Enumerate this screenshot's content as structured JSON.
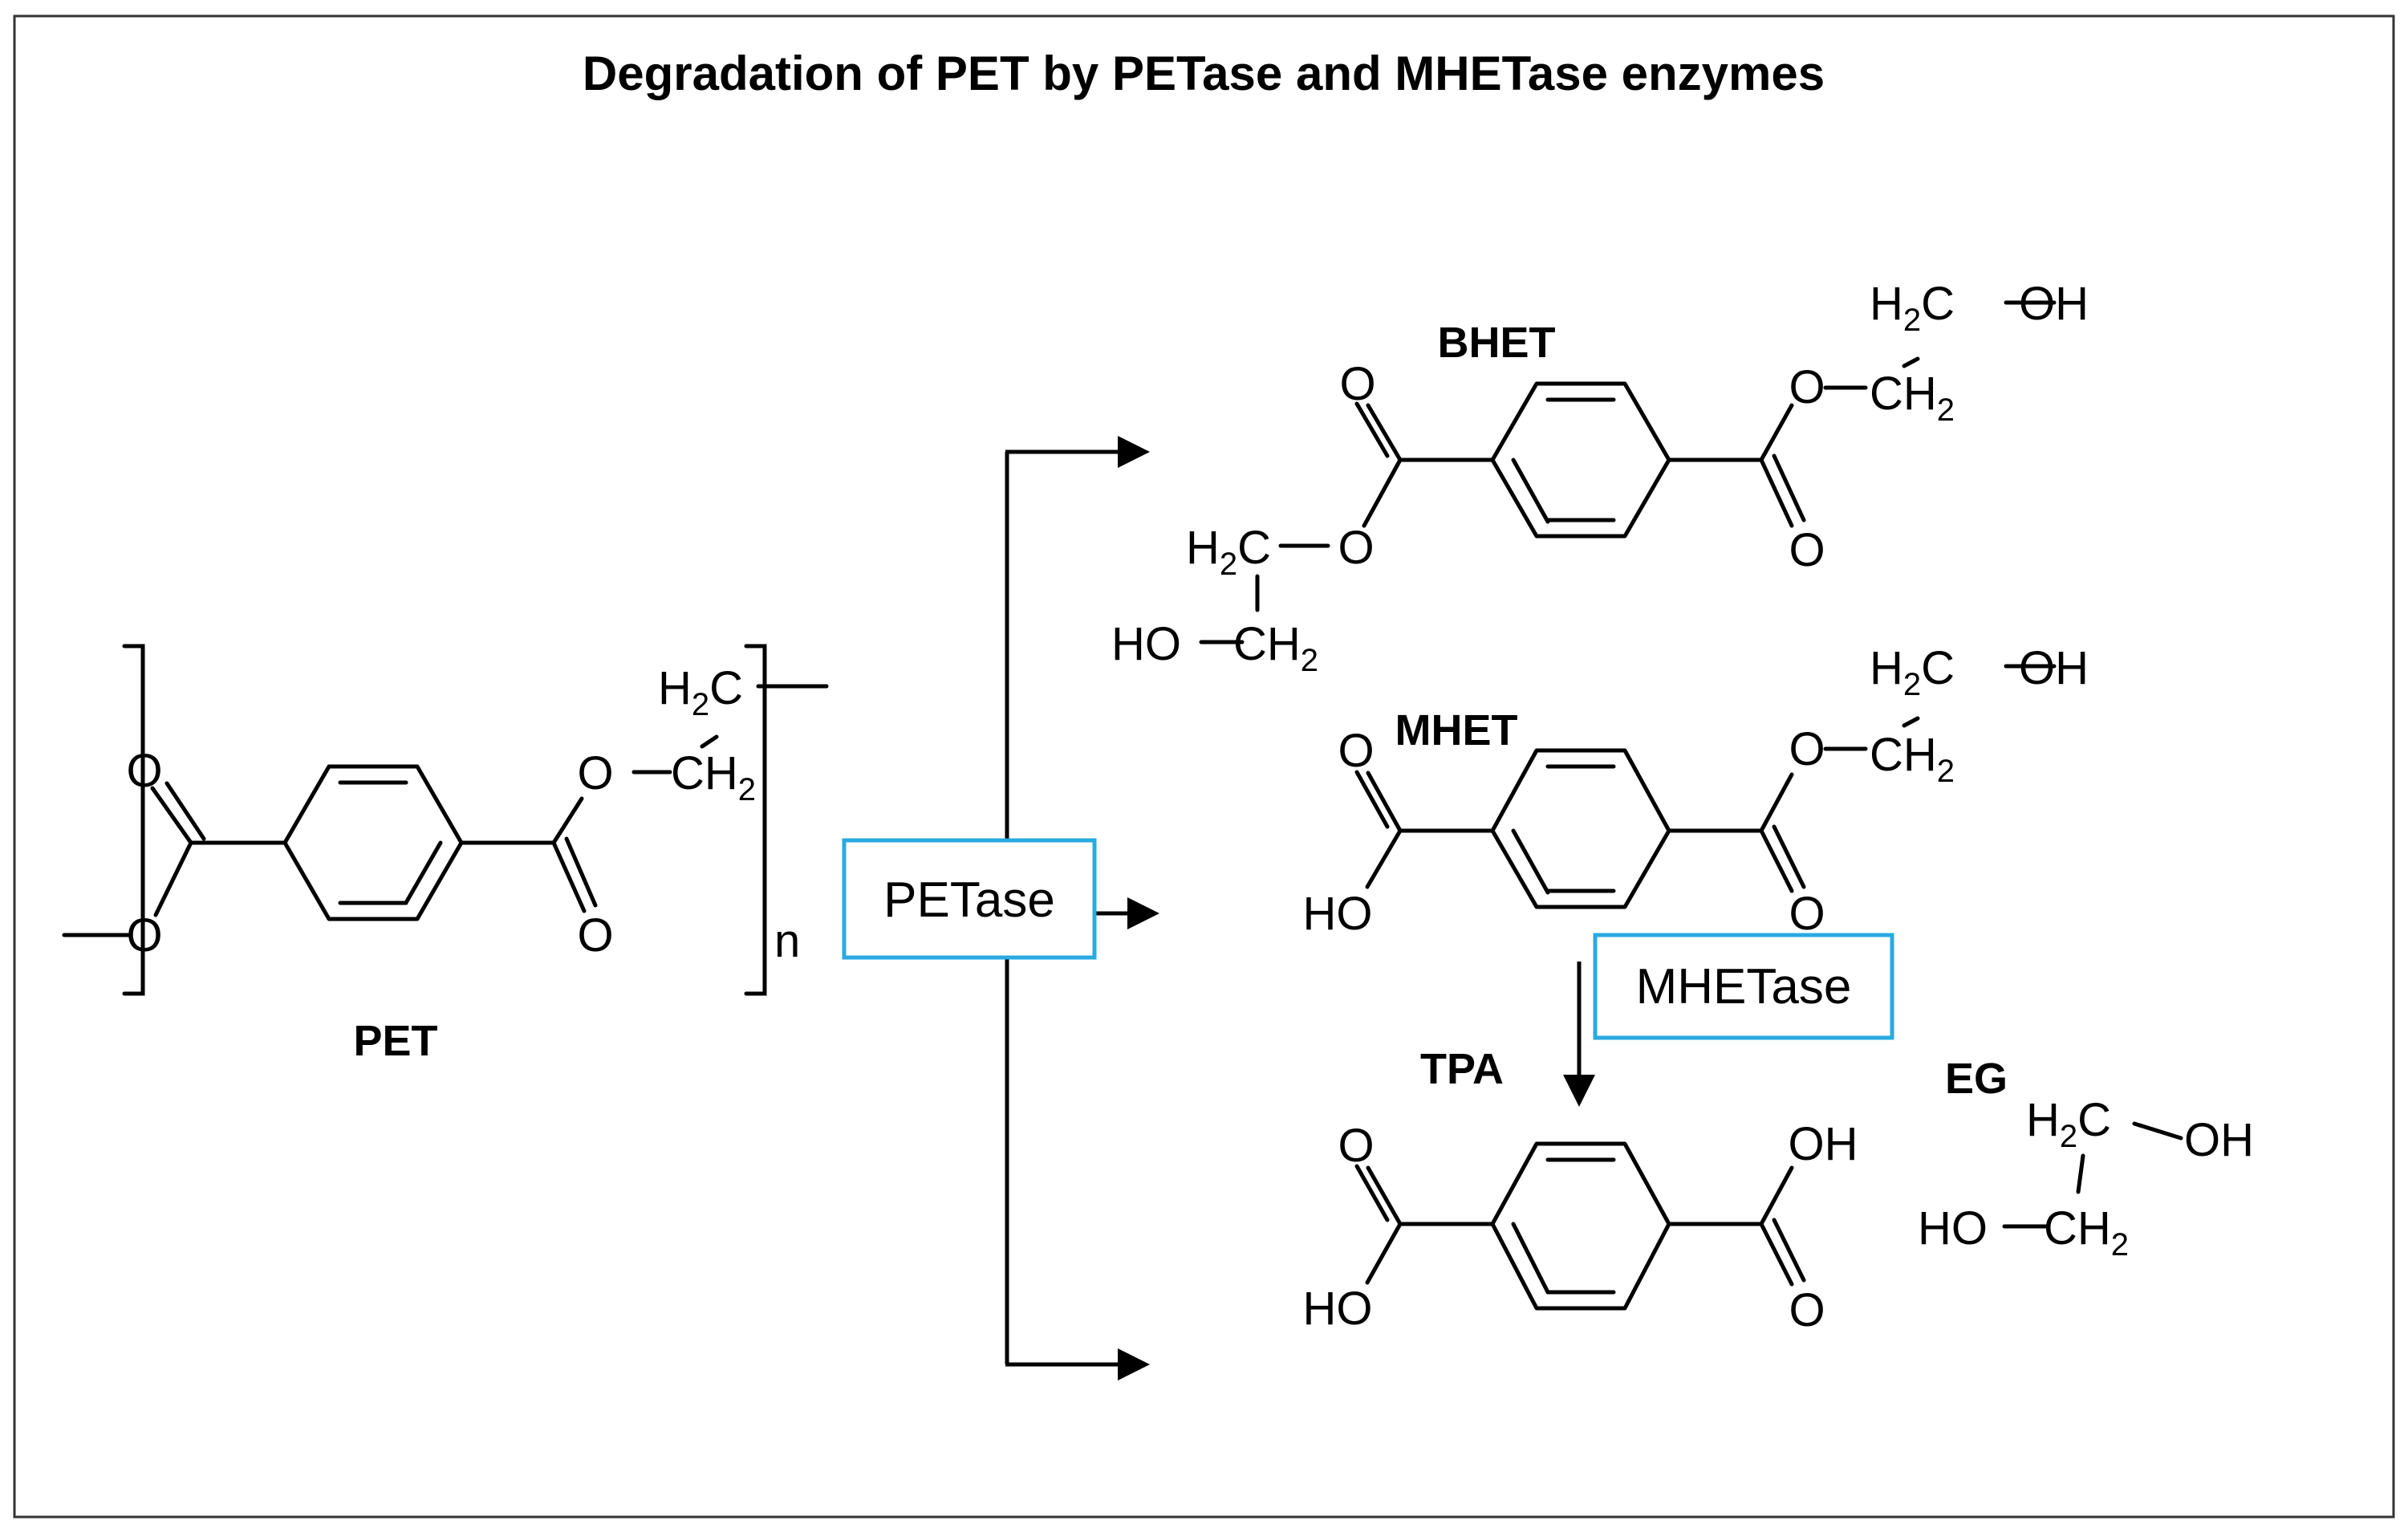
{
  "title": "Degradation of PET by PETase and MHETase enzymes",
  "accent_color": "#29aae1",
  "enzymes": {
    "petase": "PETase",
    "mhetase": "MHETase"
  },
  "molecules": {
    "pet": {
      "label": "PET",
      "repeat": "n"
    },
    "bhet": {
      "label": "BHET"
    },
    "mhet": {
      "label": "MHET"
    },
    "tpa": {
      "label": "TPA"
    },
    "eg": {
      "label": "EG"
    }
  },
  "atoms": {
    "O": "O",
    "OH": "OH",
    "HO": "HO",
    "H": "H",
    "C": "C",
    "CH": "CH",
    "two": "2"
  }
}
